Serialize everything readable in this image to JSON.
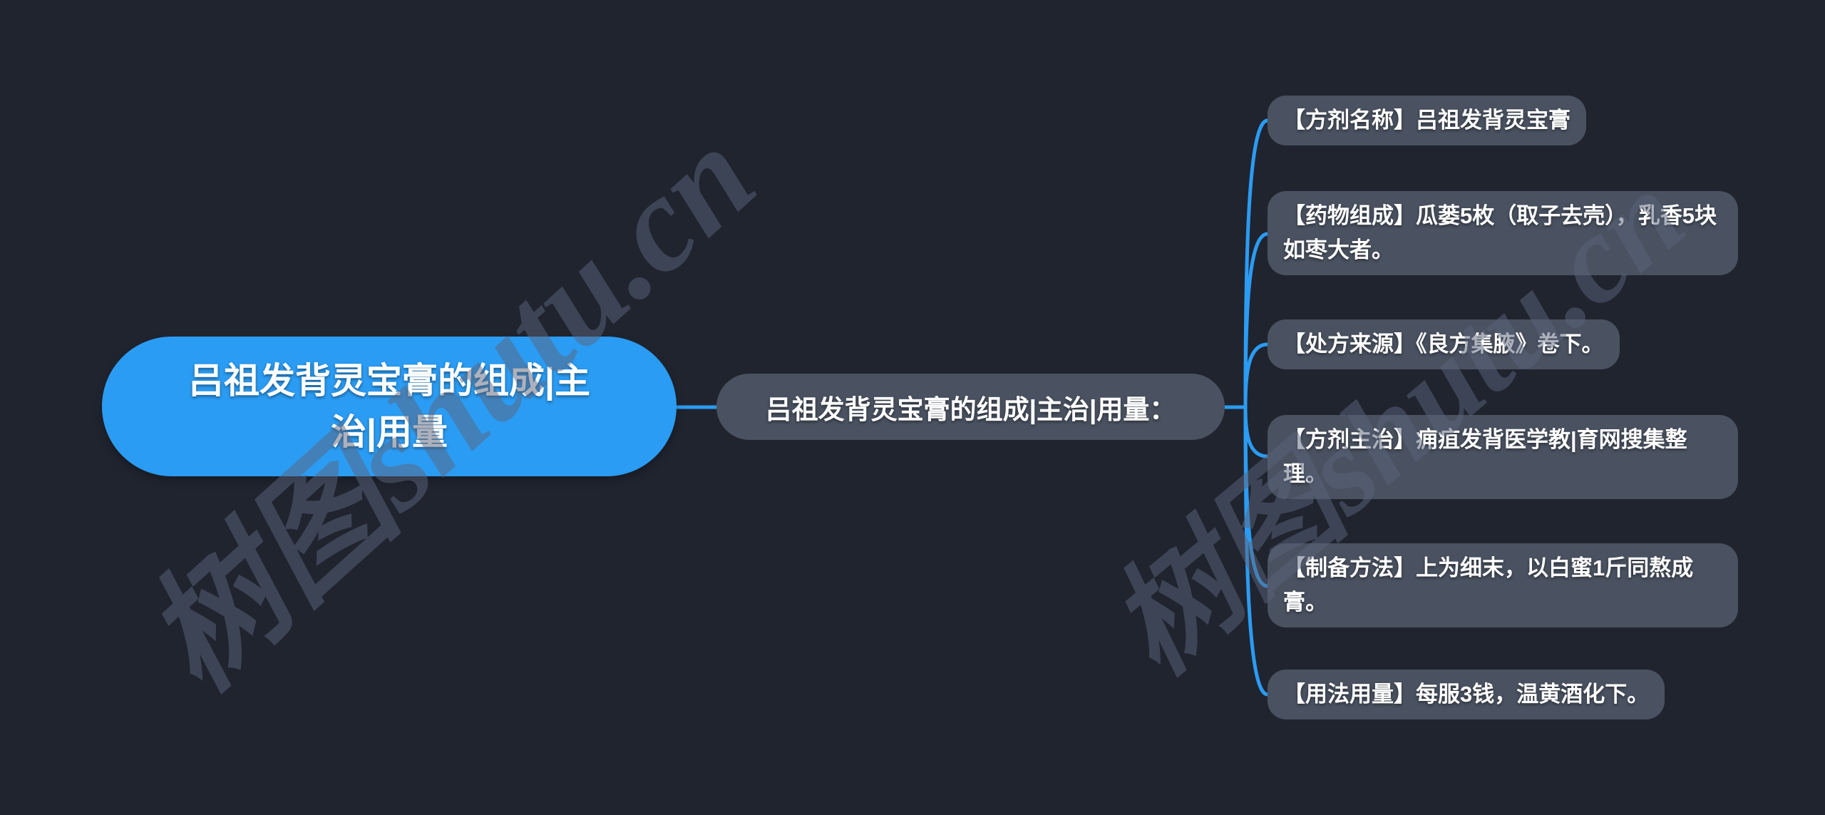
{
  "root": {
    "label": "吕祖发背灵宝膏的组成|主治|用量"
  },
  "parent": {
    "label": "吕祖发背灵宝膏的组成|主治|用量："
  },
  "children": [
    {
      "label": "【方剂名称】吕祖发背灵宝膏"
    },
    {
      "label": "【药物组成】瓜蒌5枚（取子去壳），乳香5块如枣大者。"
    },
    {
      "label": "【处方来源】《良方集腋》卷下。"
    },
    {
      "label": "【方剂主治】痈疽发背医学教|育网搜集整理。"
    },
    {
      "label": "【制备方法】上为细末，以白蜜1斤同熬成膏。"
    },
    {
      "label": "【用法用量】每服3钱，温黄酒化下。"
    }
  ],
  "watermark": {
    "text": "树图shutu.cn"
  },
  "colors": {
    "background": "#20242f",
    "accent_blue": "#2b9cf3",
    "node_gray": "#4a5261",
    "text_white": "#ffffff",
    "watermark_gray": "#5b657c"
  }
}
